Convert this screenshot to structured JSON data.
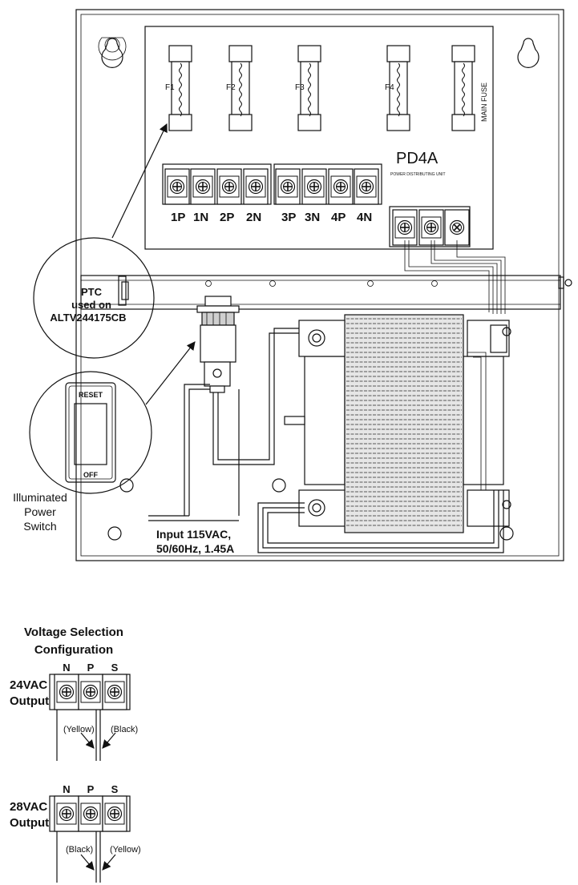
{
  "fuses": [
    "F1",
    "F2",
    "F3",
    "F4"
  ],
  "main_fuse": "MAIN FUSE",
  "board": {
    "model": "PD4A",
    "subtitle": "POWER DISTRIBUTING UNIT"
  },
  "outputs": [
    "1P",
    "1N",
    "2P",
    "2N",
    "3P",
    "3N",
    "4P",
    "4N"
  ],
  "ptc_callout": {
    "line1": "PTC",
    "line2": "used on",
    "line3": "ALTV244175CB"
  },
  "switch_callout": {
    "reset": "RESET",
    "off": "OFF"
  },
  "switch_label": [
    "Illuminated",
    "Power",
    "Switch"
  ],
  "input_label": [
    "Input 115VAC,",
    "50/60Hz, 1.45A"
  ],
  "voltage_selection": {
    "title": [
      "Voltage Selection",
      "Configuration"
    ],
    "configs": [
      {
        "output": [
          "24VAC",
          "Output"
        ],
        "terminals": [
          "N",
          "P",
          "S"
        ],
        "wires": [
          "(Yellow)",
          "(Black)"
        ]
      },
      {
        "output": [
          "28VAC",
          "Output"
        ],
        "terminals": [
          "N",
          "P",
          "S"
        ],
        "wires": [
          "(Black)",
          "(Yellow)"
        ]
      }
    ]
  }
}
